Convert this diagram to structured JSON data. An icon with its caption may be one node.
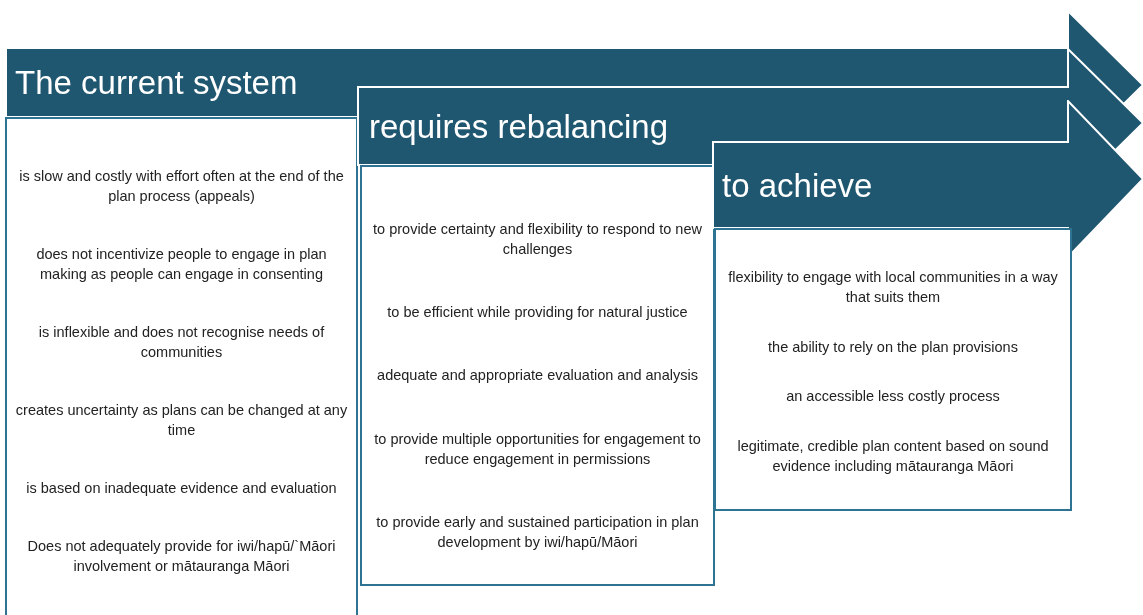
{
  "diagram": {
    "nodes": [
      {
        "text": [
          "The current system"
        ]
      },
      {
        "text": [
          "is slow and costly with effort often at the end of the plan process (appeals)",
          "does not incentivize people to engage in plan making as people can engage in consenting",
          "is inflexible and does not recognise needs of communities",
          "creates uncertainty as plans can be changed at any time",
          "is based on inadequate evidence and evaluation",
          "Does not adequately provide for iwi/hapū/`Māori involvement or mātauranga Māori"
        ]
      },
      {
        "text": [
          "requires rebalancing"
        ]
      },
      {
        "text": [
          "to provide certainty and flexibility to respond to new challenges",
          "to be efficient while providing for natural justice",
          "adequate and appropriate evaluation and analysis",
          "to provide multiple opportunities for engagement to reduce engagement in permissions",
          "to provide early and sustained participation in plan development by iwi/hapū/Māori"
        ]
      },
      {
        "text": [
          "to achieve"
        ]
      },
      {
        "text": [
          "flexibility to engage with local communities in a way that suits  them",
          "the ability to rely on the plan provisions",
          "an accessible less costly process",
          "legitimate, credible plan content based on sound evidence including mātauranga Māori"
        ]
      }
    ]
  }
}
